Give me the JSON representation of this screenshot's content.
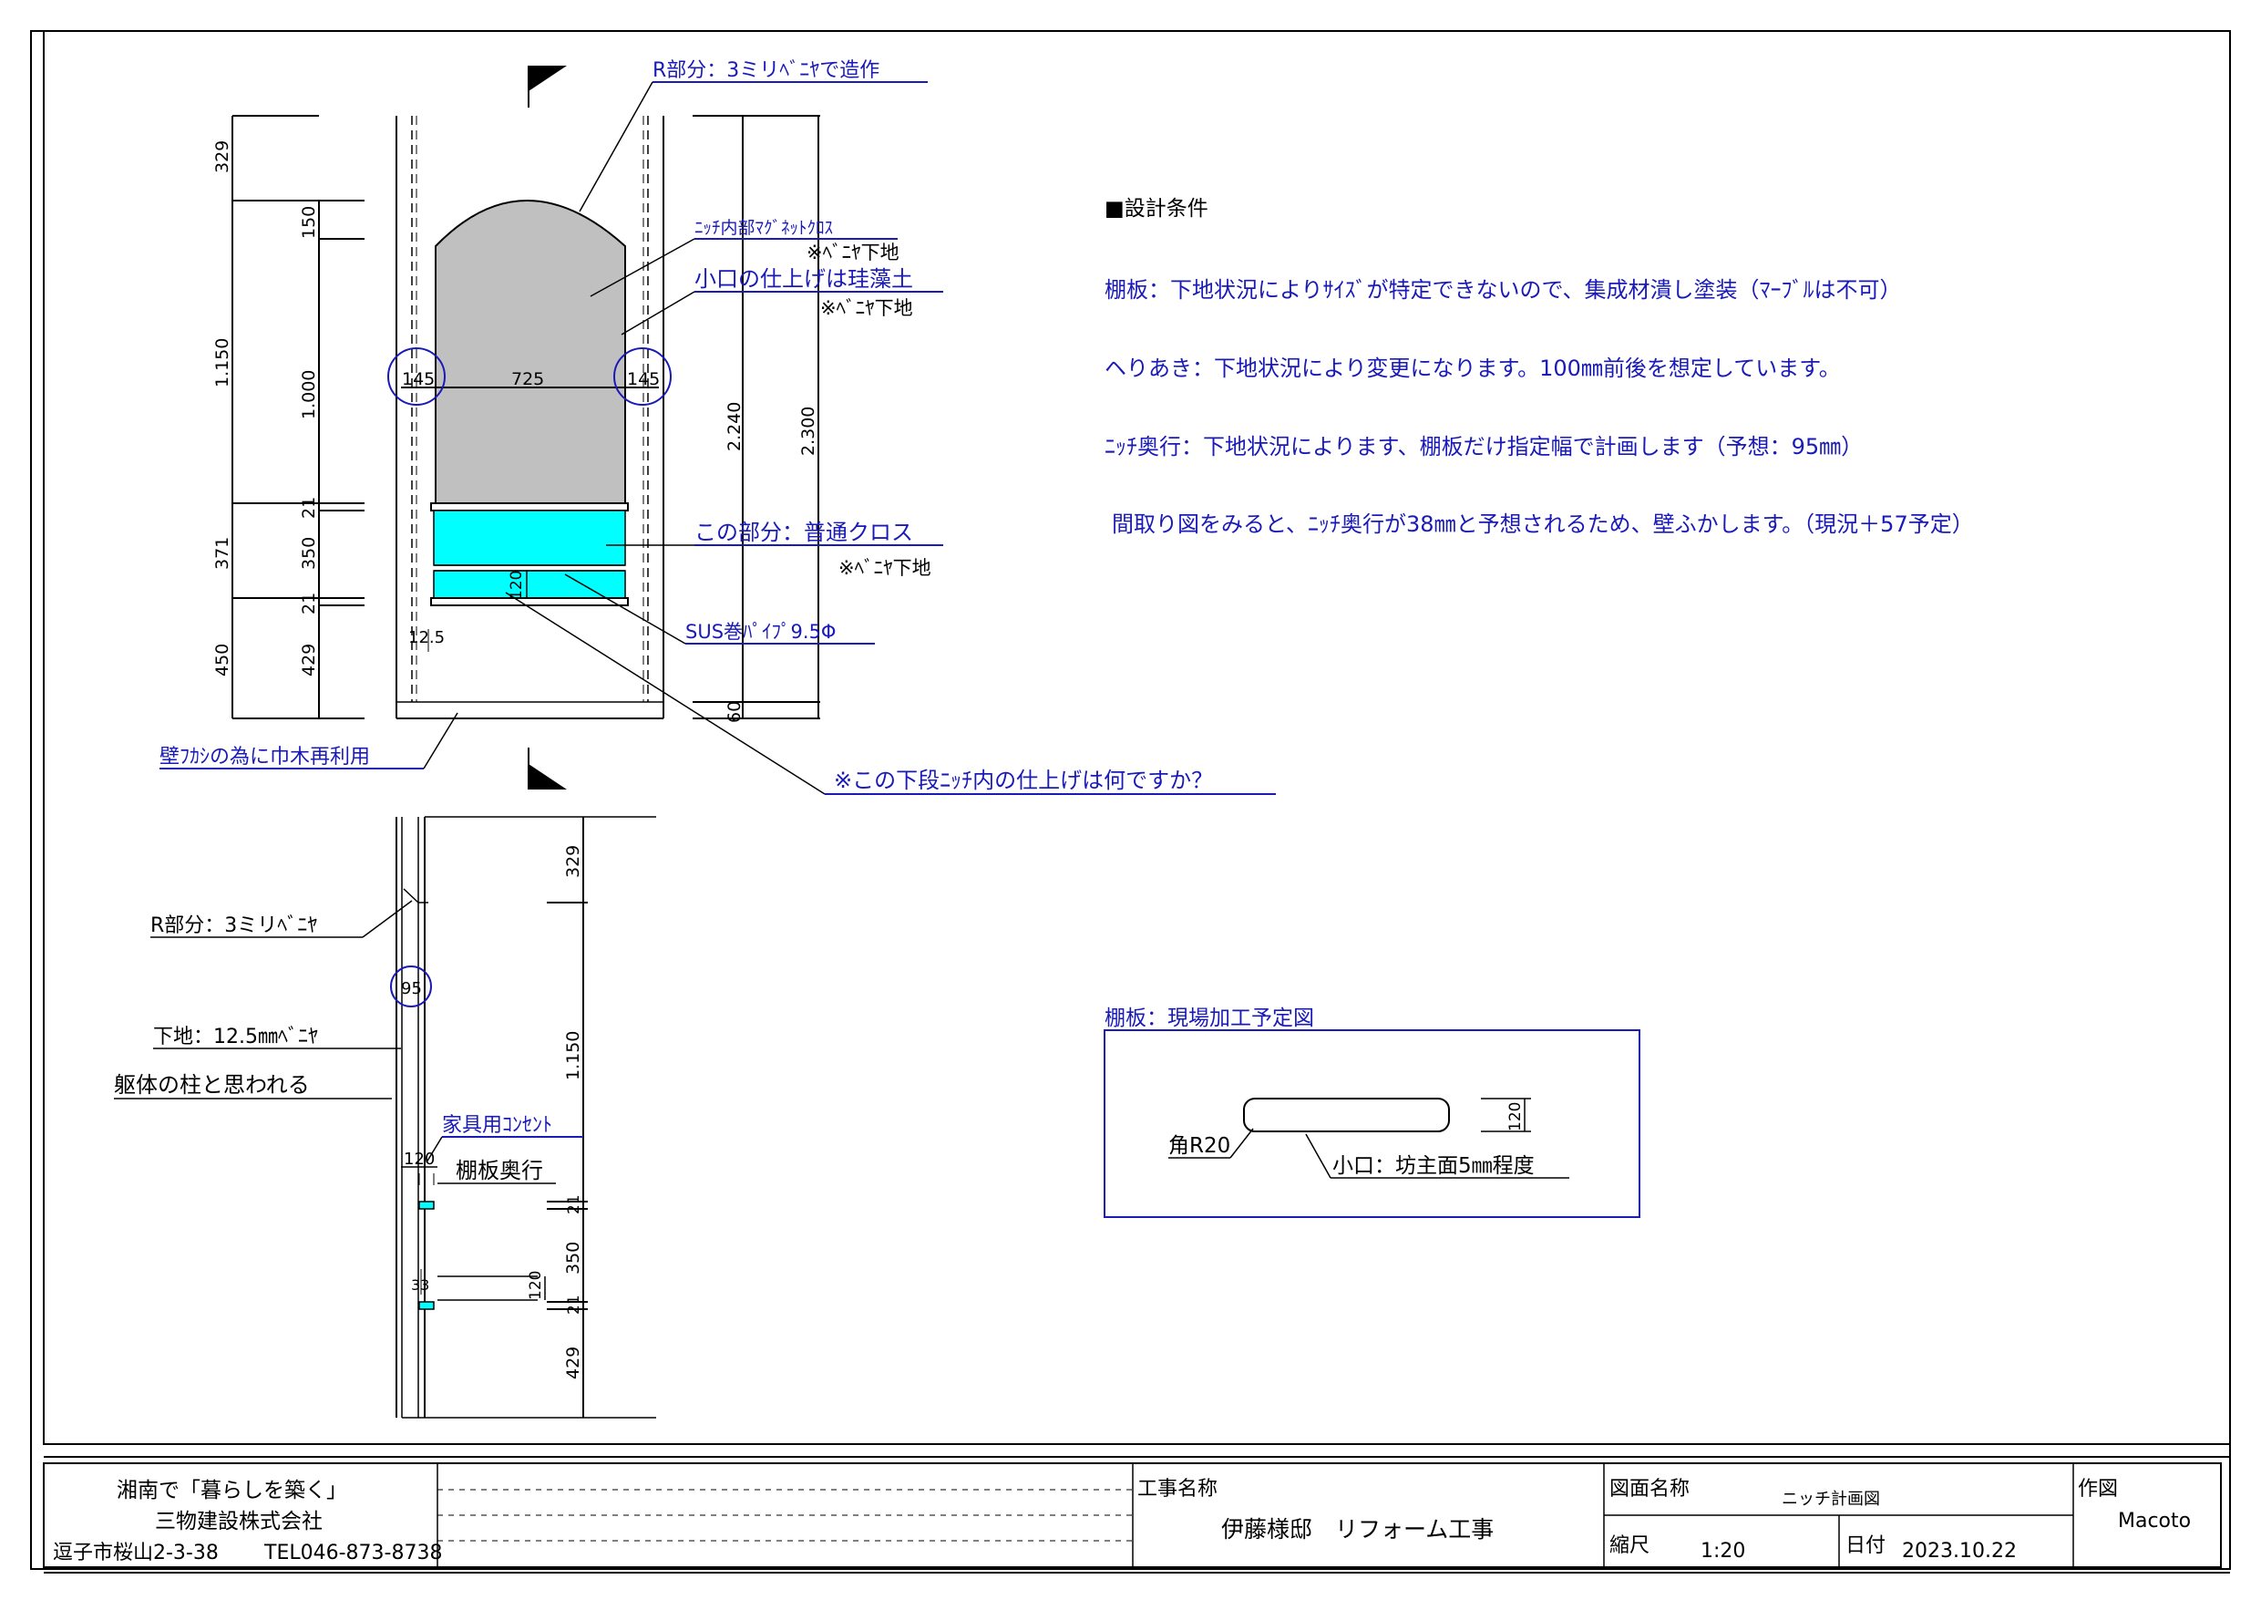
{
  "colors": {
    "line": "#000000",
    "annotation": "#1a1ab8",
    "arch_fill": "#c0c0c0",
    "cloth_fill": "#00ffff"
  },
  "elevation": {
    "callouts": {
      "r_part": "R部分：3ミリﾍﾞﾆﾔで造作",
      "magnet_cloth": "ﾆｯﾁ内部ﾏｸﾞﾈｯﾄｸﾛｽ",
      "plywood_note_1": "※ﾍﾞﾆﾔ下地",
      "edge_finish": "小口の仕上げは珪藻土",
      "plywood_note_2": "※ﾍﾞﾆﾔ下地",
      "normal_cloth": "この部分：普通クロス",
      "plywood_note_3": "※ﾍﾞﾆﾔ下地",
      "sus_pipe": "SUS巻ﾊﾟｲﾌﾟ9.5Φ",
      "baseboard": "壁ﾌｶｼの為に巾木再利用",
      "question": "※この下段ﾆｯﾁ内の仕上げは何ですか？"
    },
    "dims": {
      "d329": "329",
      "d1150": "1.150",
      "d371": "371",
      "d450": "450",
      "d150": "150",
      "d1000": "1.000",
      "d21a": "21",
      "d350": "350",
      "d21b": "21",
      "d429": "429",
      "d145l": "145",
      "d725": "725",
      "d145r": "145",
      "d2240": "2.240",
      "d2300": "2.300",
      "d60": "60",
      "d120": "120",
      "d125": "12.5"
    }
  },
  "section": {
    "callouts": {
      "r_part": "R部分：3ミリﾍﾞﾆﾔ",
      "base": "下地：12.5㎜ﾍﾞﾆﾔ",
      "pillar": "躯体の柱と思われる",
      "outlet": "家具用ｺﾝｾﾝﾄ",
      "shelf_depth": "棚板奥行"
    },
    "dims": {
      "d329": "329",
      "d1150": "1.150",
      "d21a": "21",
      "d350": "350",
      "d21b": "21",
      "d429": "429",
      "d95": "95",
      "d120a": "120",
      "d120b": "120",
      "d33": "33"
    }
  },
  "conditions": {
    "heading": "■設計条件",
    "lines": [
      "棚板：下地状況によりｻｲｽﾞが特定できないので、集成材潰し塗装（ﾏｰﾌﾞﾙは不可）",
      "ヘりあき：下地状況により変更になります。100㎜前後を想定しています。",
      "ﾆｯﾁ奥行：下地状況によります、棚板だけ指定幅で計画します（予想：95㎜）",
      "間取り図をみると、ﾆｯﾁ奥行が38㎜と予想されるため、壁ふかします。（現況＋57予定）"
    ]
  },
  "shelf_detail": {
    "title": "棚板：現場加工予定図",
    "corner": "角R20",
    "edge": "小口：坊主面5㎜程度",
    "thickness": "120"
  },
  "title_block": {
    "company_tagline": "湘南で「暮らしを築く」",
    "company_name": "三物建設株式会社",
    "address": "逗子市桜山2-3-38",
    "tel": "TEL046-873-8738",
    "project_label": "工事名称",
    "project_name": "伊藤様邸　リフォーム工事",
    "drawing_label": "図面名称",
    "drawing_name": "ニッチ計画図",
    "scale_label": "縮尺",
    "scale": "1:20",
    "date_label": "日付",
    "date": "2023.10.22",
    "author_label": "作図",
    "author": "Macoto"
  }
}
